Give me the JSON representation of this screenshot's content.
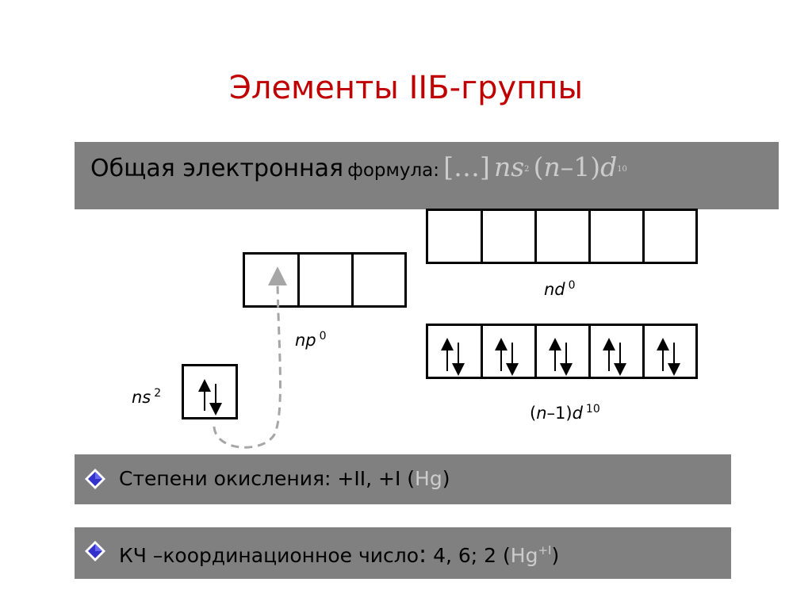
{
  "title": "Элементы IIБ-группы",
  "formula": {
    "label_big": "Общая электронная",
    "label_small": "формула:",
    "core": "[…]",
    "ns": "ns",
    "ns_exp": "2",
    "nd_open": "(",
    "nd_n": "n",
    "nd_minus": "–1)",
    "nd_d": "d",
    "nd_exp": "10"
  },
  "orbitals": {
    "ns_label": "ns",
    "ns_exp": "2",
    "np_label": "np",
    "np_exp": "0",
    "nd_label": "nd",
    "nd_exp": "0",
    "n1d_open": "(",
    "n1d_n": "n",
    "n1d_rest": "–1)",
    "n1d_d": "d",
    "n1d_exp": "10"
  },
  "oxidation": {
    "text": "Степени окисления:  +II, +I (",
    "hg": "Hg",
    "close": ")"
  },
  "coordination": {
    "text": "КЧ –координационное число",
    "colon": ":",
    "values": "  4, 6; 2 (",
    "hg": "Hg",
    "hg_sup": "+I",
    "close": ")"
  },
  "colors": {
    "title": "#c00000",
    "bar": "#808080",
    "light_text": "#cccccc",
    "bullet": "#3333cc"
  },
  "icons": {
    "bullet": "diamond-bullet-icon",
    "arrow": "electron-pair-arrows-icon"
  }
}
